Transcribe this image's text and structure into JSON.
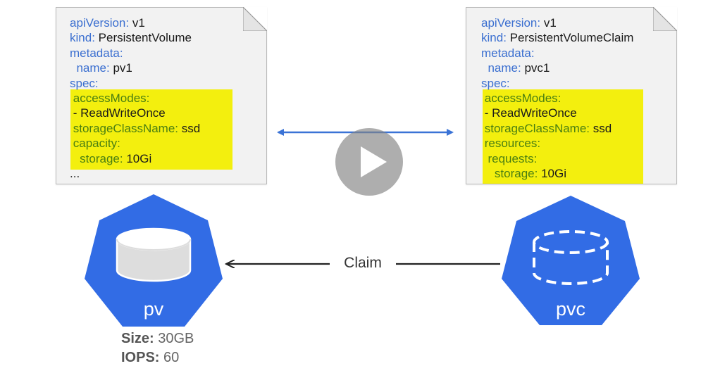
{
  "pv_manifest": {
    "lines": [
      {
        "key": "apiVersion",
        "sep": ":",
        "value": " v1",
        "indent": "",
        "color": "blue"
      },
      {
        "key": "kind",
        "sep": ":",
        "value": " PersistentVolume",
        "indent": "",
        "color": "blue"
      },
      {
        "key": "metadata",
        "sep": ":",
        "value": "",
        "indent": "",
        "color": "blue"
      },
      {
        "key": "name",
        "sep": ":",
        "value": " pv1",
        "indent": "  ",
        "color": "blue"
      },
      {
        "key": "spec",
        "sep": ":",
        "value": "",
        "indent": "",
        "color": "blue"
      },
      {
        "key": "accessModes",
        "sep": ":",
        "value": "",
        "indent": " ",
        "color": "green"
      },
      {
        "key": "",
        "sep": "",
        "value": "- ReadWriteOnce",
        "indent": " ",
        "color": "green"
      },
      {
        "key": "storageClassName",
        "sep": ":",
        "value": " ssd",
        "indent": " ",
        "color": "green"
      },
      {
        "key": "capacity",
        "sep": ":",
        "value": "",
        "indent": " ",
        "color": "green"
      },
      {
        "key": "storage",
        "sep": ":",
        "value": " 10Gi",
        "indent": "   ",
        "color": "green"
      },
      {
        "key": "",
        "sep": "",
        "value": "...",
        "indent": "",
        "color": "plain"
      }
    ]
  },
  "pvc_manifest": {
    "lines": [
      {
        "key": "apiVersion",
        "sep": ":",
        "value": " v1",
        "indent": "",
        "color": "blue"
      },
      {
        "key": "kind",
        "sep": ":",
        "value": " PersistentVolumeClaim",
        "indent": "",
        "color": "blue"
      },
      {
        "key": "metadata",
        "sep": ":",
        "value": "",
        "indent": "",
        "color": "blue"
      },
      {
        "key": "name",
        "sep": ":",
        "value": " pvc1",
        "indent": "  ",
        "color": "blue"
      },
      {
        "key": "spec",
        "sep": ":",
        "value": "",
        "indent": "",
        "color": "blue"
      },
      {
        "key": "accessModes",
        "sep": ":",
        "value": "",
        "indent": " ",
        "color": "green"
      },
      {
        "key": "",
        "sep": "",
        "value": "- ReadWriteOnce",
        "indent": " ",
        "color": "green"
      },
      {
        "key": "storageClassName",
        "sep": ":",
        "value": " ssd",
        "indent": " ",
        "color": "green"
      },
      {
        "key": "resources",
        "sep": ":",
        "value": "",
        "indent": " ",
        "color": "green"
      },
      {
        "key": "requests",
        "sep": ":",
        "value": "",
        "indent": "  ",
        "color": "green"
      },
      {
        "key": "storage",
        "sep": ":",
        "value": " 10Gi",
        "indent": "    ",
        "color": "green"
      }
    ]
  },
  "claim_label": "Claim",
  "pv_node": {
    "label": "pv",
    "icon": "disk-icon"
  },
  "pvc_node": {
    "label": "pvc",
    "icon": "dashed-disk-icon"
  },
  "pv_stats": {
    "size_label": "Size:",
    "size_value": " 30GB",
    "iops_label": "IOPS:",
    "iops_value": " 60"
  },
  "colors": {
    "k8s_blue": "#326ce5",
    "key_blue": "#3b6fd0",
    "key_green": "#4a7f12",
    "highlight": "#f3ef0e"
  },
  "play_icon": "play-icon"
}
